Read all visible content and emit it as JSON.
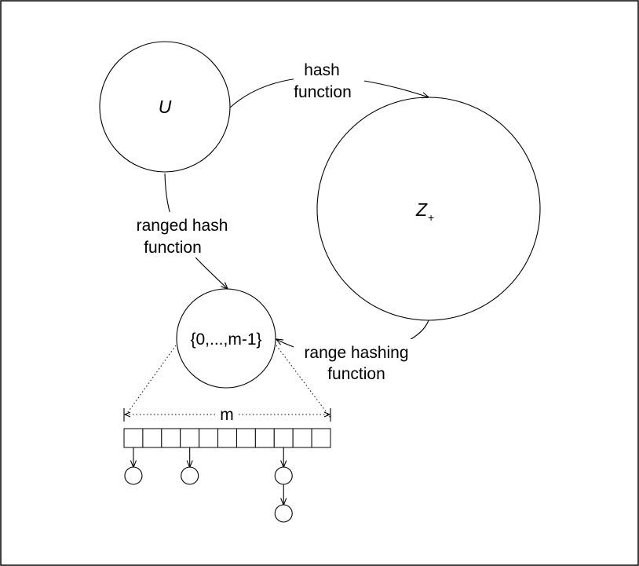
{
  "diagram": {
    "nodes": {
      "universe": {
        "label": "U"
      },
      "integers": {
        "label": "Z",
        "subscript": "+"
      },
      "range": {
        "label": "{0,...,m-1}"
      }
    },
    "edges": {
      "hash_function": {
        "line1": "hash",
        "line2": "function"
      },
      "ranged_hash_function": {
        "line1": "ranged hash",
        "line2": "function"
      },
      "range_hashing_function": {
        "line1": "range hashing",
        "line2": "function"
      }
    },
    "table": {
      "size_label": "m",
      "slot_count": 11,
      "chains": [
        {
          "slot": 0,
          "length": 1
        },
        {
          "slot": 3,
          "length": 1
        },
        {
          "slot": 8,
          "length": 2
        }
      ]
    }
  }
}
